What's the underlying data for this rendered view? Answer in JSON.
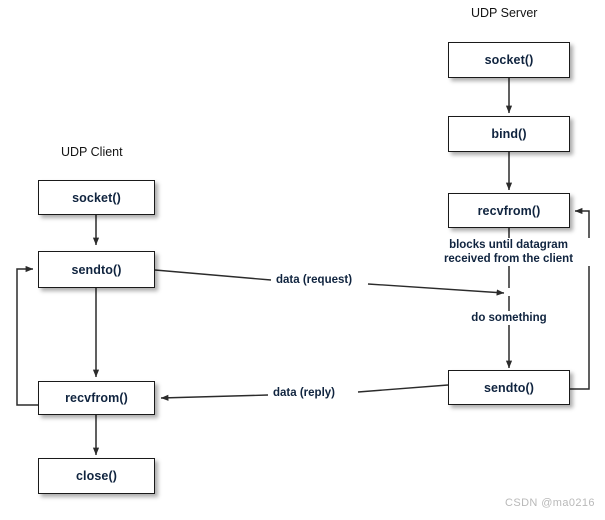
{
  "diagram": {
    "background": "#ffffff",
    "box_border_color": "#1a1a1a",
    "text_color": "#10243f",
    "line_color": "#2b2b2b"
  },
  "client": {
    "title": "UDP Client",
    "nodes": [
      {
        "id": "client-socket",
        "label": "socket()"
      },
      {
        "id": "client-sendto",
        "label": "sendto()"
      },
      {
        "id": "client-recvfrom",
        "label": "recvfrom()"
      },
      {
        "id": "client-close",
        "label": "close()"
      }
    ]
  },
  "server": {
    "title": "UDP Server",
    "nodes": [
      {
        "id": "server-socket",
        "label": "socket()"
      },
      {
        "id": "server-bind",
        "label": "bind()"
      },
      {
        "id": "server-recvfrom",
        "label": "recvfrom()"
      },
      {
        "id": "server-sendto",
        "label": "sendto()"
      }
    ]
  },
  "edges": {
    "request_label": "data (request)",
    "reply_label": "data (reply)"
  },
  "notes": {
    "blocks_line1": "blocks until datagram",
    "blocks_line2": "received from the client",
    "do_something": "do something"
  },
  "watermark": "CSDN @ma0216"
}
